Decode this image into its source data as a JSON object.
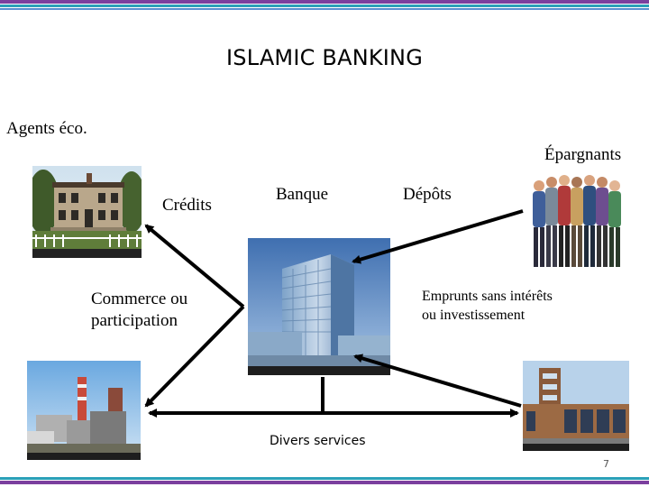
{
  "slide": {
    "title": "ISLAMIC BANKING",
    "page_number": "7"
  },
  "labels": {
    "agents": "Agents éco.",
    "epargnants": "Épargnants",
    "credits": "Crédits",
    "banque": "Banque",
    "depots": "Dépôts",
    "commerce_line1": "Commerce ou",
    "commerce_line2": "participation",
    "emprunts_line1": "Emprunts  sans intérêts",
    "emprunts_line2": "ou investissement",
    "divers_services": "Divers services"
  },
  "colors": {
    "stripe_top": "#7030a0",
    "stripe_mid": "#4bacc6",
    "arrow": "#000000"
  }
}
